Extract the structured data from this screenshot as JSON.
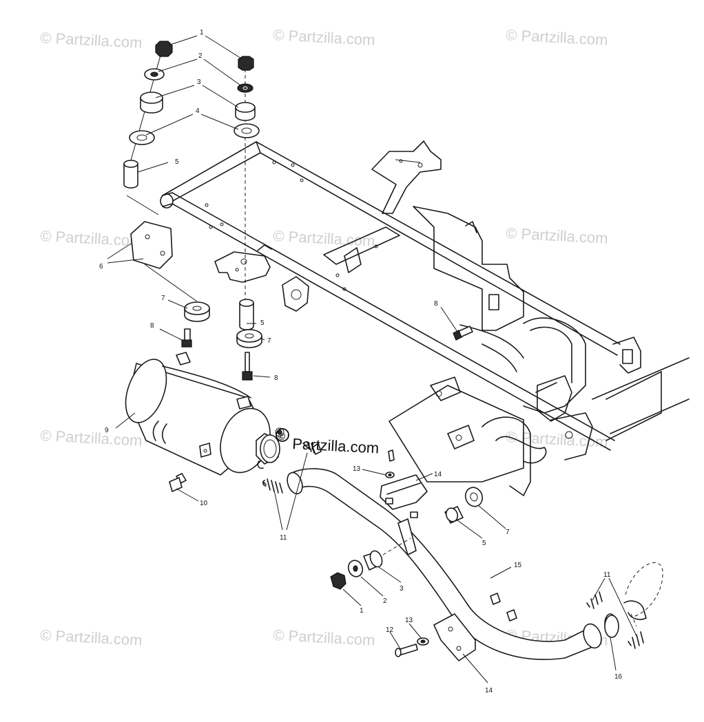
{
  "watermark": {
    "text": "© Partzilla.com",
    "center_text": "Partzilla.com"
  },
  "callouts": [
    "1",
    "2",
    "3",
    "4",
    "5",
    "6",
    "7",
    "8",
    "9",
    "10",
    "11",
    "12",
    "13",
    "14",
    "15",
    "16"
  ]
}
